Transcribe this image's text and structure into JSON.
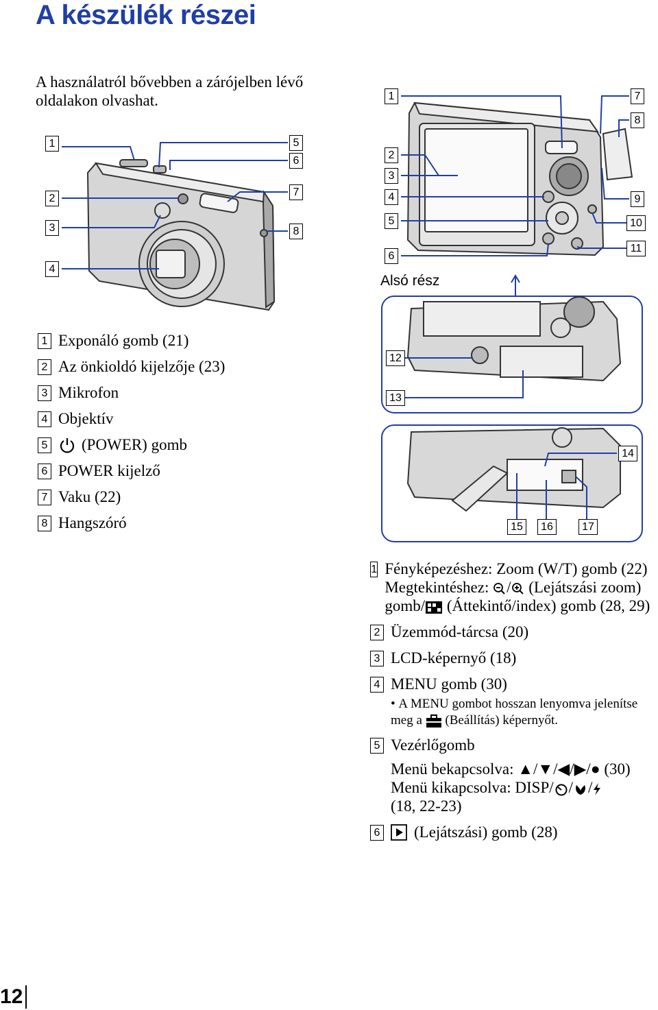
{
  "title": "A készülék részei",
  "intro": "A használatról bővebben a zárójelben lévő oldalakon olvashat.",
  "bottom_label": "Alsó rész",
  "front_legend": [
    {
      "n": "1",
      "text": "Exponáló gomb (21)"
    },
    {
      "n": "2",
      "text": "Az önkioldó kijelzője (23)"
    },
    {
      "n": "3",
      "text": "Mikrofon"
    },
    {
      "n": "4",
      "text": "Objektív"
    },
    {
      "n": "5",
      "text": "(POWER) gomb"
    },
    {
      "n": "6",
      "text": "POWER kijelző"
    },
    {
      "n": "7",
      "text": "Vaku (22)"
    },
    {
      "n": "8",
      "text": "Hangszóró"
    }
  ],
  "front_callouts": [
    "1",
    "2",
    "3",
    "4",
    "5",
    "6",
    "7",
    "8"
  ],
  "back_callouts": [
    "1",
    "2",
    "3",
    "4",
    "5",
    "6",
    "7",
    "8",
    "9",
    "10",
    "11"
  ],
  "bottom_callouts": [
    "12",
    "13",
    "14",
    "15",
    "16",
    "17"
  ],
  "desc": {
    "i1_n": "1",
    "i1_a": "Fényképezéshez: Zoom (W/T) gomb (22)",
    "i1_b1": "Megtekintéshez:",
    "i1_b2": "(Lejátszási zoom) gomb/",
    "i1_b3": "(Áttekintő/index) gomb (28, 29)",
    "i2_n": "2",
    "i2": "Üzemmód-tárcsa (20)",
    "i3_n": "3",
    "i3": "LCD-képernyő (18)",
    "i4_n": "4",
    "i4": "MENU gomb (30)",
    "i4_bullet_a": "A MENU gombot hosszan lenyomva jelenítse meg a",
    "i4_bullet_b": "(Beállítás) képernyőt.",
    "i5_n": "5",
    "i5": "Vezérlőgomb",
    "i5_menu_on": "Menü bekapcsolva: ▲/▼/◀/▶/● (30)",
    "i5_menu_off_a": "Menü kikapcsolva: DISP/",
    "i5_menu_off_b": "(18, 22-23)",
    "i6_n": "6",
    "i6": "(Lejátszási) gomb (28)"
  },
  "page_number": "12"
}
